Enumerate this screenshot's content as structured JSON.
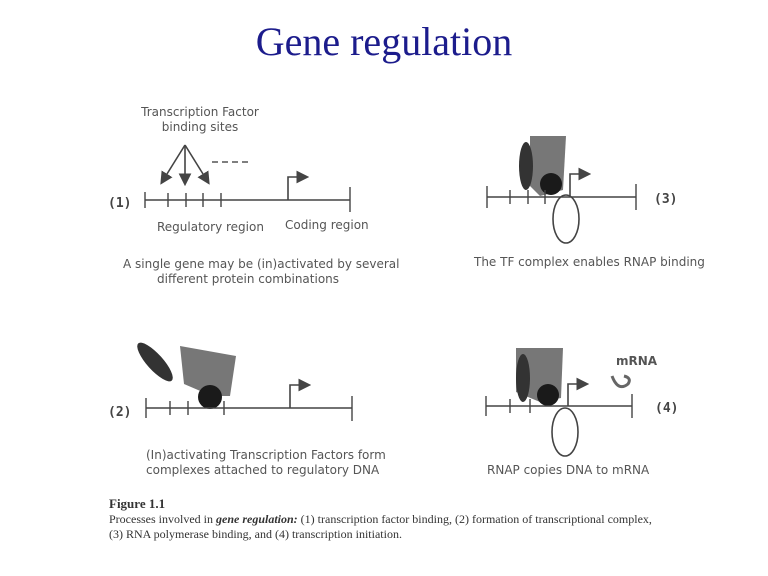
{
  "title": "Gene regulation",
  "panel1": {
    "number": "(1)",
    "tf_label_line1": "Transcription Factor",
    "tf_label_line2": "binding sites",
    "regulatory_label": "Regulatory region",
    "coding_label": "Coding region",
    "caption_line1": "A single gene may be (in)activated by several",
    "caption_line2": "different protein combinations"
  },
  "panel2": {
    "number": "(2)",
    "caption_line1": "(In)activating  Transcription Factors form",
    "caption_line2": "complexes attached to regulatory DNA"
  },
  "panel3": {
    "number": "(3)",
    "caption": "The TF complex enables RNAP binding"
  },
  "panel4": {
    "number": "(4)",
    "mrna_label": "mRNA",
    "caption": "RNAP copies DNA to mRNA"
  },
  "figure": {
    "label": "Figure  1.1",
    "caption_pre": "Processes involved in ",
    "caption_emph": "gene regulation:",
    "caption_post": " (1) transcription factor binding, (2) formation of transcriptional complex,",
    "caption_line2": "(3) RNA polymerase binding, and (4) transcription initiation."
  },
  "colors": {
    "title": "#1c1c8c",
    "dna_line": "#444444",
    "tf_dark": "#333333",
    "tf_gray": "#777777",
    "tf_black": "#1a1a1a"
  }
}
